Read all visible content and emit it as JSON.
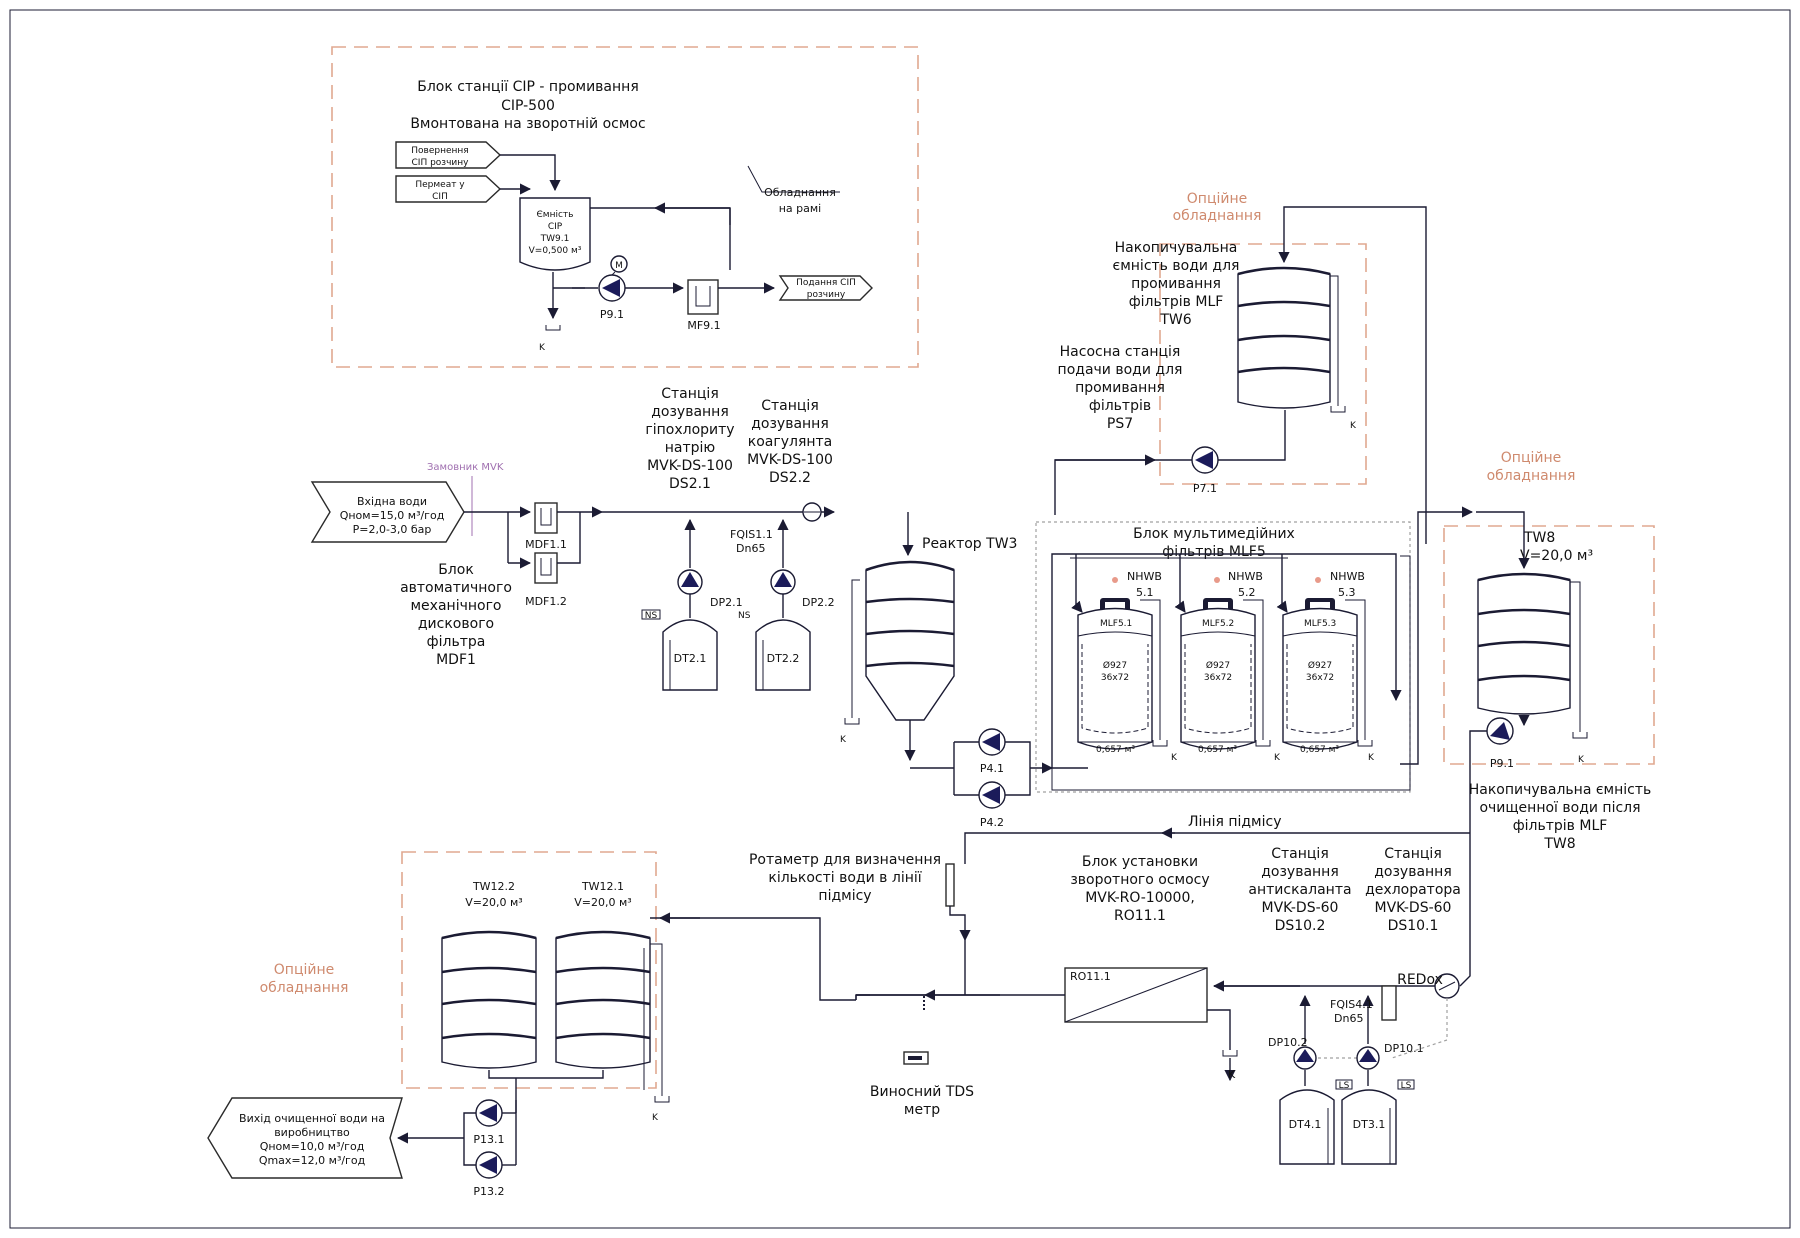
{
  "cip": {
    "title_1": "Блок станції CIP - промивання",
    "title_2": "CIP-500",
    "title_3": "Вмонтована на зворотній осмос",
    "return_1": "Повернення",
    "return_2": "СІП розчину",
    "permeate_1": "Пермеат у",
    "permeate_2": "СІП",
    "tank_1": "Ємність",
    "tank_2": "CIP",
    "tank_3": "TW9.1",
    "tank_4": "V=0,500 м³",
    "frame_1": "Обладнання",
    "frame_2": "на рамі",
    "supply_1": "Подання СІП",
    "supply_2": "розчину",
    "pump": "P9.1",
    "filter": "MF9.1",
    "drain": "K",
    "motor": "M"
  },
  "inlet": {
    "line_1": "Вхідна води",
    "line_2": "Qном=15,0 м³/год",
    "line_3": "P=2,0-3,0 бар",
    "customer": "Замовник MVK"
  },
  "mdf": {
    "f1": "MDF1.1",
    "f2": "MDF1.2",
    "label_1": "Блок",
    "label_2": "автоматичного",
    "label_3": "механічного",
    "label_4": "дискового",
    "label_5": "фільтра",
    "label_6": "MDF1"
  },
  "ds21": {
    "l1": "Станція",
    "l2": "дозування",
    "l3": "гіпохлориту",
    "l4": "натрію",
    "l5": "MVK-DS-100",
    "l6": "DS2.1",
    "pump": "DP2.1",
    "tank": "DT2.1",
    "ns": "NS"
  },
  "ds22": {
    "l1": "Станція",
    "l2": "дозування",
    "l3": "коагулянта",
    "l4": "MVK-DS-100",
    "l5": "DS2.2",
    "pump": "DP2.2",
    "tank": "DT2.2",
    "ns": "NS"
  },
  "fqis11": {
    "l1": "FQIS1.1",
    "l2": "Dn65"
  },
  "reactor": {
    "label": "Реактор TW3",
    "p1": "P4.1",
    "p2": "P4.2",
    "drain": "K"
  },
  "tw6": {
    "opt_1": "Опційне",
    "opt_2": "обладнання",
    "l1": "Накопичувальна",
    "l2": "ємність води для",
    "l3": "промивання",
    "l4": "фільтрів MLF",
    "l5": "TW6",
    "ps1": "Насосна станція",
    "ps2": "подачи води для",
    "ps3": "промивання",
    "ps4": "фільтрів",
    "ps5": "PS7",
    "pump": "P7.1",
    "drain": "K"
  },
  "mlf": {
    "title_1": "Блок мультимедійних",
    "title_2": "фільтрів MLF5",
    "filters": [
      {
        "valve_1": "NHWB",
        "valve_2": "5.1",
        "name": "MLF5.1",
        "d": "Ø927",
        "s": "36x72",
        "v": "0,657 м³"
      },
      {
        "valve_1": "NHWB",
        "valve_2": "5.2",
        "name": "MLF5.2",
        "d": "Ø927",
        "s": "36x72",
        "v": "0,657 м³"
      },
      {
        "valve_1": "NHWB",
        "valve_2": "5.3",
        "name": "MLF5.3",
        "d": "Ø927",
        "s": "36x72",
        "v": "0,657 м³"
      }
    ],
    "drain": "K"
  },
  "tw8": {
    "opt_1": "Опційне",
    "opt_2": "обладнання",
    "name": "TW8",
    "vol": "V=20,0 м³",
    "pump": "P9.1",
    "drain": "K",
    "l1": "Накопичувальна ємність",
    "l2": "очищенної води після",
    "l3": "фільтрів MLF",
    "l4": "TW8"
  },
  "mix": {
    "line": "Лінія підмісу",
    "rot_1": "Ротаметр для визначення",
    "rot_2": "кількості води в лінії",
    "rot_3": "підмісу"
  },
  "ro": {
    "l1": "Блок установки",
    "l2": "зворотного осмосу",
    "l3": "MVK-RO-10000,",
    "l4": "RO11.1",
    "unit": "RO11.1",
    "drain": "K",
    "tds_1": "Виносний TDS",
    "tds_2": "метр"
  },
  "ds102": {
    "l1": "Станція",
    "l2": "дозування",
    "l3": "антискаланта",
    "l4": "MVK-DS-60",
    "l5": "DS10.2",
    "pump": "DP10.2",
    "tank": "DT4.1",
    "ls": "LS"
  },
  "ds101": {
    "l1": "Станція",
    "l2": "дозування",
    "l3": "дехлоратора",
    "l4": "MVK-DS-60",
    "l5": "DS10.1",
    "pump": "DP10.1",
    "tank": "DT3.1",
    "ls": "LS"
  },
  "fqis41": {
    "l1": "FQIS4.1",
    "l2": "Dn65"
  },
  "redox": "REDox",
  "tw12": {
    "opt_1": "Опційне",
    "opt_2": "обладнання",
    "t2_name": "TW12.2",
    "t2_vol": "V=20,0 м³",
    "t1_name": "TW12.1",
    "t1_vol": "V=20,0 м³",
    "p1": "P13.1",
    "p2": "P13.2",
    "drain": "K"
  },
  "outlet": {
    "l1": "Вихід очищенної води на",
    "l2": "виробництво",
    "l3": "Qном=10,0 м³/год",
    "l4": "Qmax=12,0 м³/год"
  }
}
